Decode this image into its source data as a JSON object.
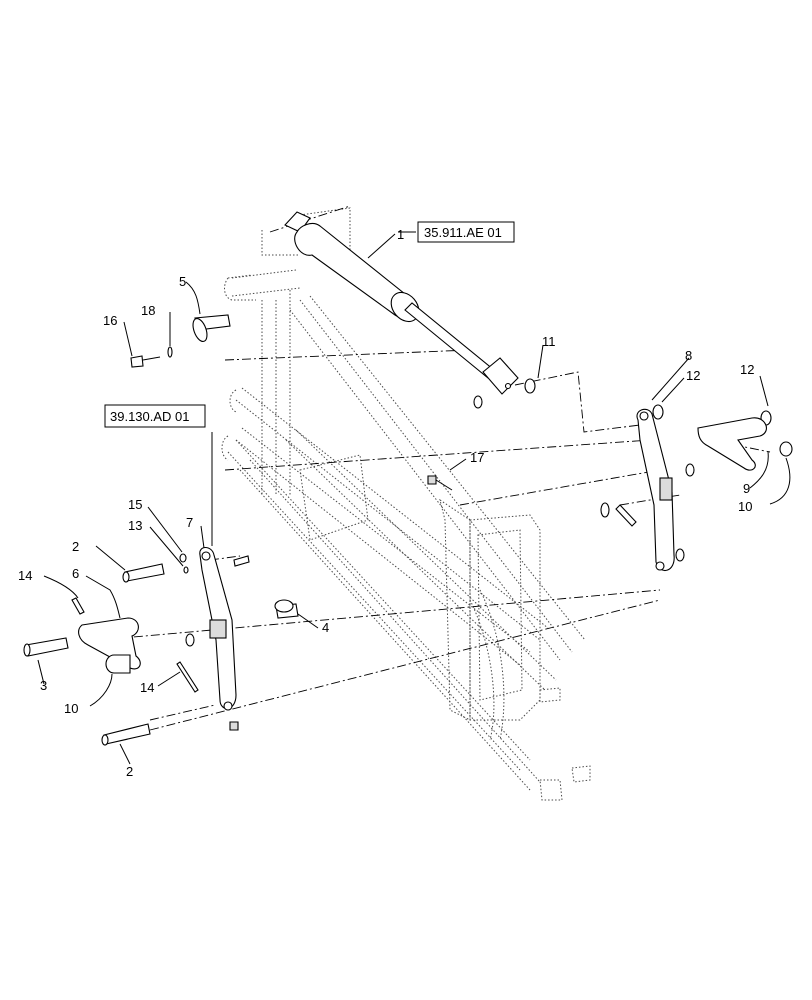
{
  "callouts": {
    "c1": "1",
    "c2a": "2",
    "c2b": "2",
    "c3": "3",
    "c4": "4",
    "c5": "5",
    "c6": "6",
    "c7": "7",
    "c8": "8",
    "c9": "9",
    "c10a": "10",
    "c10b": "10",
    "c11": "11",
    "c12a": "12",
    "c12b": "12",
    "c13": "13",
    "c14a": "14",
    "c14b": "14",
    "c15": "15",
    "c16": "16",
    "c17": "17",
    "c18": "18"
  },
  "references": {
    "cylinder_ref": "35.911.AE 01",
    "frame_ref": "39.130.AD 01"
  }
}
